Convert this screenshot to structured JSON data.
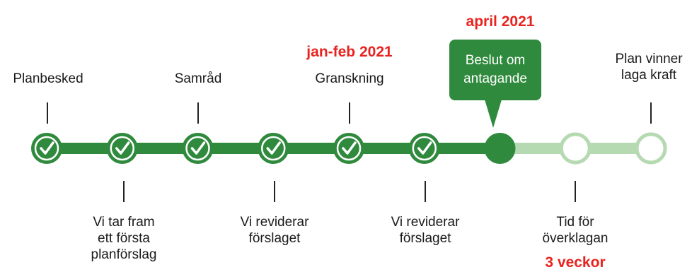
{
  "colors": {
    "done_green": "#2f8a3d",
    "future_green": "#b5d9b0",
    "date_red": "#e8231f",
    "check_white": "#ffffff"
  },
  "milestones": [
    {
      "status": "done"
    },
    {
      "status": "done"
    },
    {
      "status": "done"
    },
    {
      "status": "done"
    },
    {
      "status": "done"
    },
    {
      "status": "done"
    },
    {
      "status": "current"
    },
    {
      "status": "future"
    },
    {
      "status": "future"
    }
  ],
  "labels_above": [
    {
      "lines": [
        "Planbesked"
      ]
    },
    {
      "lines": [
        "Samråd"
      ]
    },
    {
      "lines": [
        "Granskning"
      ]
    },
    {
      "lines": [
        "Plan vinner",
        "laga kraft"
      ]
    }
  ],
  "labels_below": [
    {
      "lines": [
        "Vi tar fram",
        "ett första",
        "planförslag"
      ]
    },
    {
      "lines": [
        "Vi reviderar",
        "förslaget"
      ]
    },
    {
      "lines": [
        "Vi reviderar",
        "förslaget"
      ]
    },
    {
      "lines": [
        "Tid för",
        "överklagan"
      ]
    }
  ],
  "dates": {
    "granskning": "jan-feb 2021",
    "beslut": "april 2021",
    "overklagan": "3 veckor"
  },
  "callout": {
    "lines": [
      "Beslut om",
      "antagande"
    ]
  },
  "icons": {
    "done_marker": "check-circle-icon",
    "current_marker": "filled-circle-icon",
    "future_marker": "empty-circle-icon"
  }
}
